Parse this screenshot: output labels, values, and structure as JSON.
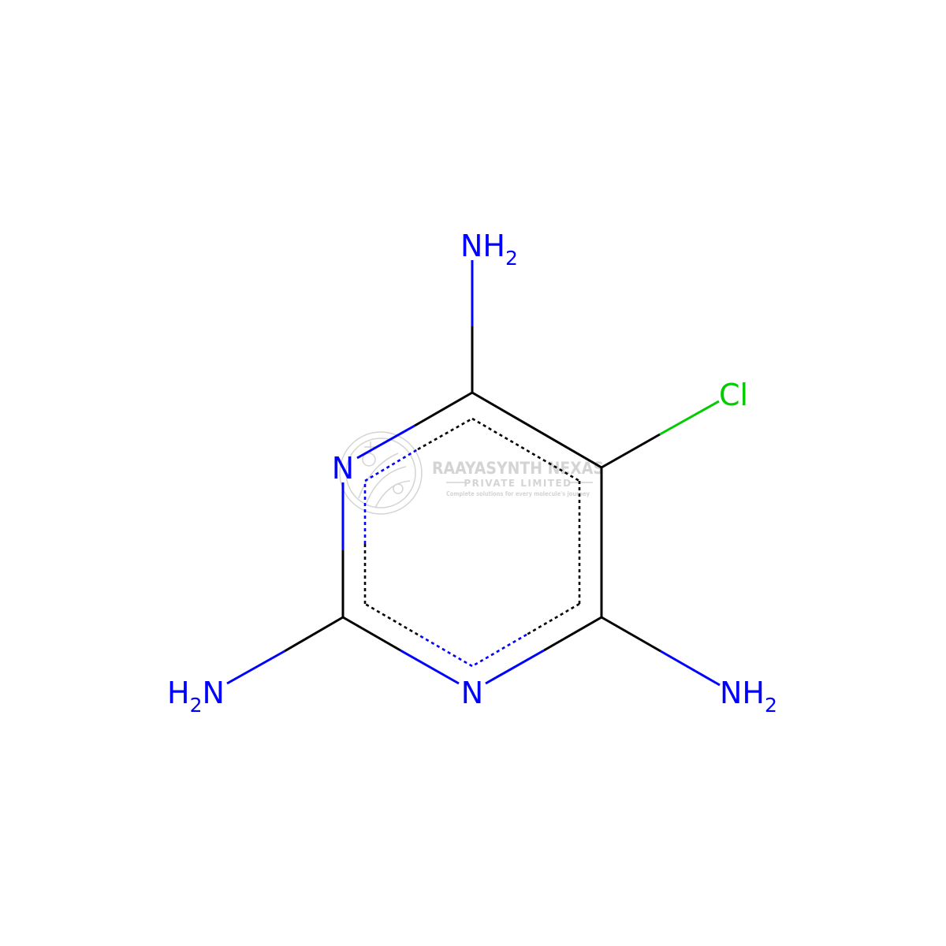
{
  "atoms": {
    "amine_top": {
      "symbol": "NH",
      "sub": "2"
    },
    "chlorine": {
      "symbol": "Cl"
    },
    "ring_n_left": {
      "symbol": "N"
    },
    "ring_n_bottom": {
      "symbol": "N"
    },
    "amine_right": {
      "symbol": "NH",
      "sub": "2"
    },
    "amine_left": {
      "prefix": "H",
      "sub": "2",
      "symbol": "N"
    }
  },
  "colors": {
    "nitrogen": "#0000FF",
    "chlorine": "#00CC00",
    "carbon": "#000000",
    "background": "#FFFFFF",
    "watermark": "#D4D4D4"
  },
  "watermark": {
    "company": "RAAYASYNTH NEXAS",
    "subtitle": "PRIVATE LIMITED",
    "tagline": "Complete solutions for every molecule's journey"
  }
}
